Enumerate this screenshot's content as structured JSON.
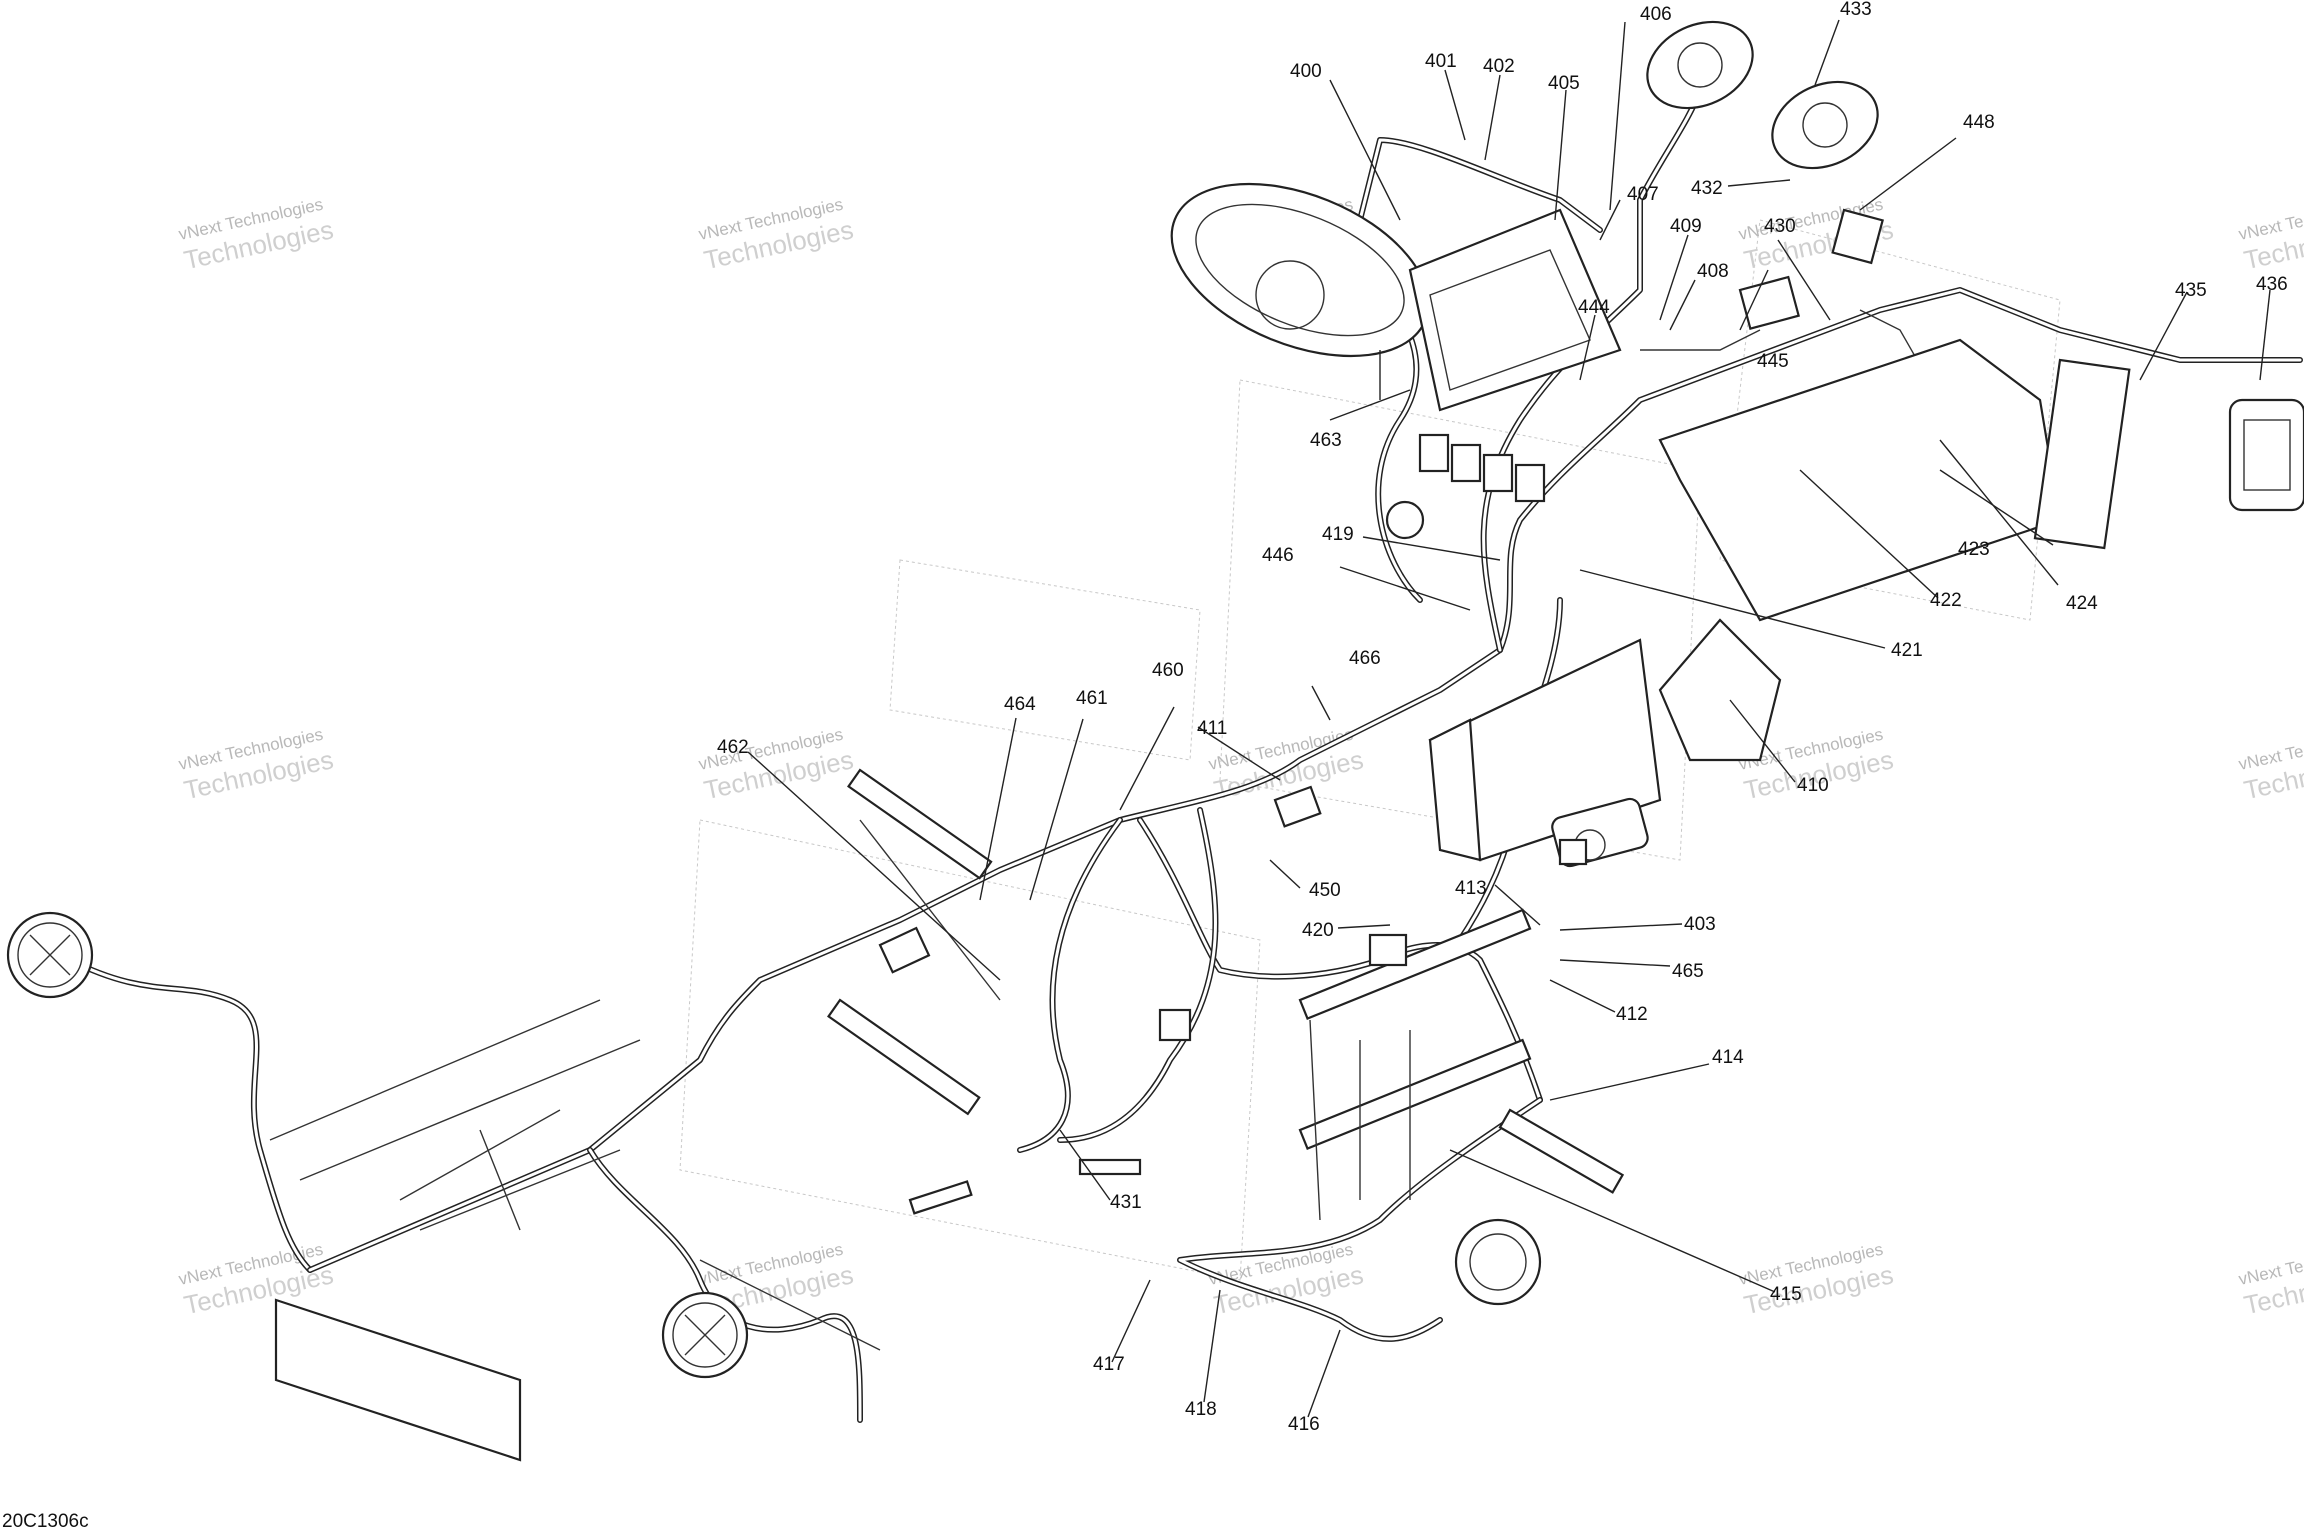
{
  "diagram_code": "20C1306c",
  "watermark": {
    "line1": "vNext Technologies",
    "line2": "Technologies"
  },
  "callouts": [
    "400",
    "401",
    "402",
    "403",
    "405",
    "406",
    "407",
    "408",
    "409",
    "410",
    "411",
    "412",
    "413",
    "414",
    "415",
    "416",
    "417",
    "418",
    "419",
    "420",
    "421",
    "422",
    "423",
    "424",
    "430",
    "431",
    "432",
    "433",
    "435",
    "436",
    "444",
    "445",
    "446",
    "448",
    "450",
    "460",
    "461",
    "462",
    "463",
    "464",
    "465",
    "466"
  ]
}
